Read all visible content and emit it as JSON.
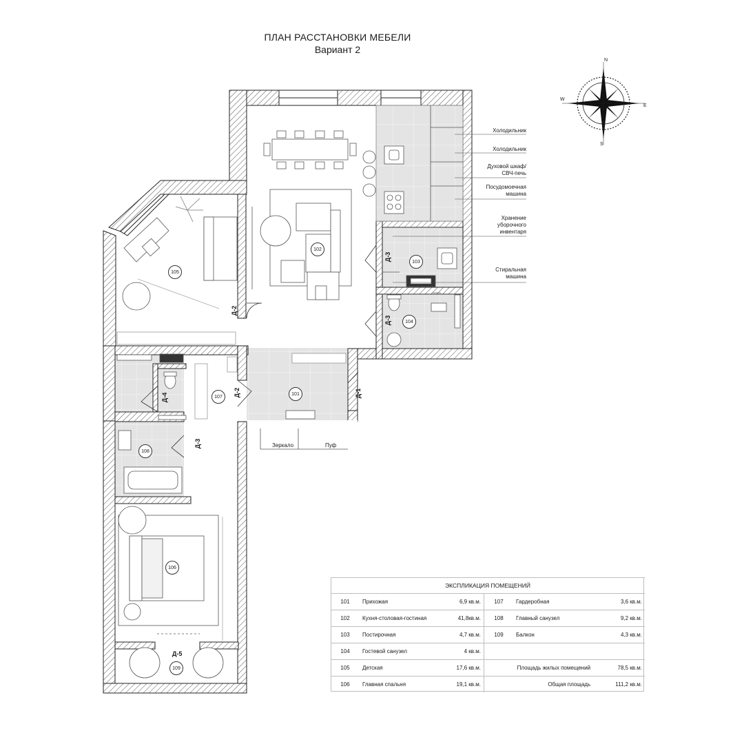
{
  "title": "ПЛАН РАССТАНОВКИ МЕБЕЛИ",
  "subtitle": "Вариант 2",
  "compass": {
    "n": "N",
    "s": "S",
    "e": "E",
    "w": "W"
  },
  "annotations": {
    "fridge1": "Холодильник",
    "fridge2": "Холодильник",
    "oven": "Духовой шкаф/\nСВЧ-печь",
    "dishwasher": "Посудомоечная\nмашина",
    "storage": "Хранение\nуборочного\nинвентаря",
    "washer": "Стиральная\nмашина",
    "mirror": "Зеркало",
    "pouf": "Пуф"
  },
  "room_numbers": [
    "101",
    "102",
    "103",
    "104",
    "105",
    "106",
    "107",
    "108",
    "109"
  ],
  "doors": {
    "d1": "Д-1",
    "d2a": "Д-2",
    "d2b": "Д-2",
    "d3a": "Д-3",
    "d3b": "Д-3",
    "d3c": "Д-3",
    "d4": "Д-4",
    "d5": "Д-5"
  },
  "explication": {
    "header": "ЭКСПЛИКАЦИЯ ПОМЕЩЕНИЙ",
    "left": [
      {
        "num": "101",
        "name": "Прихожая",
        "area": "6,9 кв.м."
      },
      {
        "num": "102",
        "name": "Кухня-столовая-гостиная",
        "area": "41,8кв.м."
      },
      {
        "num": "103",
        "name": "Постирочная",
        "area": "4,7 кв.м."
      },
      {
        "num": "104",
        "name": "Гостевой санузел",
        "area": "4 кв.м."
      },
      {
        "num": "105",
        "name": "Детская",
        "area": "17,6 кв.м."
      },
      {
        "num": "106",
        "name": "Главная спальня",
        "area": "19,1 кв.м."
      }
    ],
    "right": [
      {
        "num": "107",
        "name": "Гардеробная",
        "area": "3,6 кв.м."
      },
      {
        "num": "108",
        "name": "Главный санузел",
        "area": "9,2 кв.м."
      },
      {
        "num": "109",
        "name": "Балкон",
        "area": "4,3 кв.м."
      }
    ],
    "living_label": "Площадь жилых помещений",
    "living_value": "78,5 кв.м.",
    "total_label": "Общая площадь",
    "total_value": "111,2 кв.м."
  }
}
